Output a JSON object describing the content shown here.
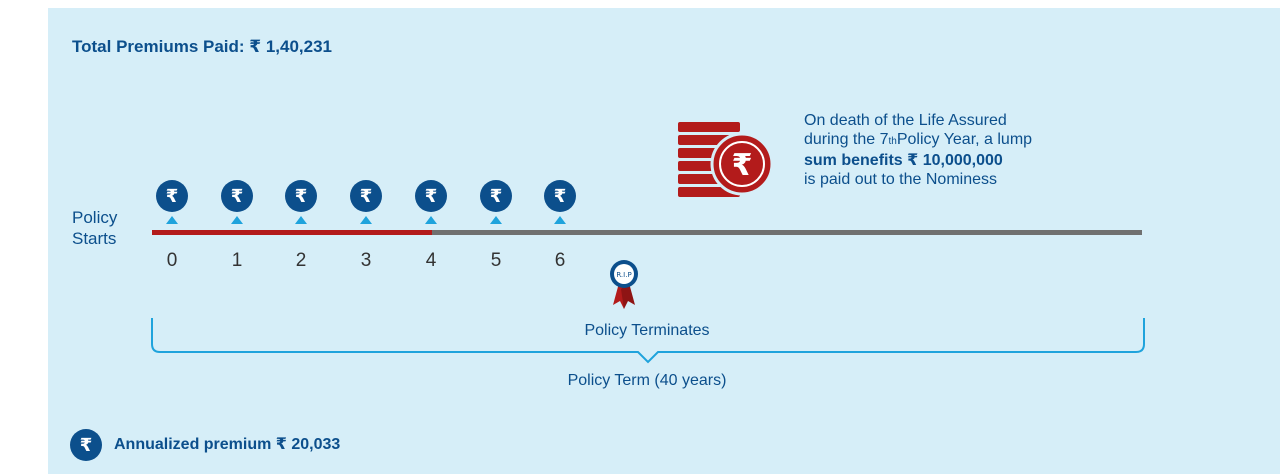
{
  "header": {
    "total_premiums": "Total Premiums Paid: ₹ 1,40,231"
  },
  "timeline": {
    "start_label": "Policy Starts",
    "years": [
      "0",
      "1",
      "2",
      "3",
      "4",
      "5",
      "6"
    ],
    "premium_symbol": "₹",
    "paid_years_highlight": 4
  },
  "death_benefit": {
    "line1": "On death of the Life Assured",
    "line2_pre": "during the 7",
    "line2_sup": "th",
    "line2_post": "Policy Year, a lump",
    "line3": "sum benefits ₹ 10,000,000",
    "line4": "is paid out to the Nominess",
    "rip_text": "R.I.P"
  },
  "term": {
    "terminates_label": "Policy Terminates",
    "term_label": "Policy Term (40 years)"
  },
  "legend": {
    "symbol": "₹",
    "label": "Annualized premium ₹ 20,033"
  },
  "colors": {
    "brand_blue": "#0c4f8c",
    "accent_cyan": "#1fa3dc",
    "paid_red": "#b31b1b",
    "timeline_grey": "#707070",
    "background": "#d6eef8"
  }
}
